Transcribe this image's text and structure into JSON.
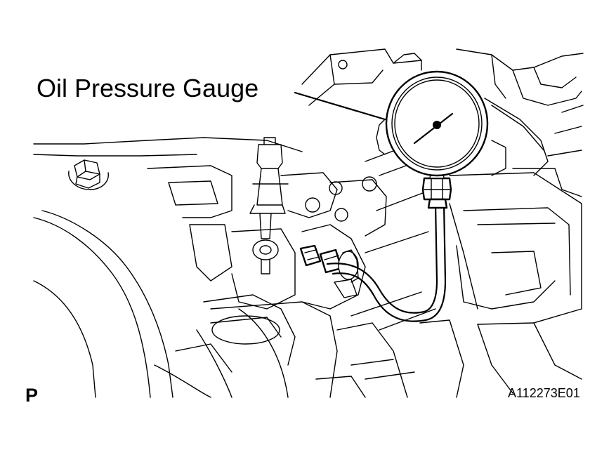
{
  "labels": {
    "gauge": "Oil Pressure Gauge",
    "view_code": "P",
    "figure_id": "A112273E01"
  },
  "colors": {
    "line": "#000000",
    "background": "#ffffff"
  }
}
